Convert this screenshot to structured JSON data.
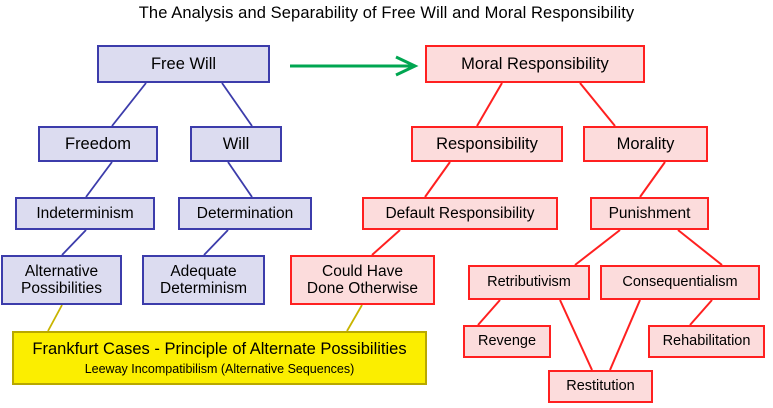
{
  "title": "The Analysis and Separability of Free Will and Moral Responsibility",
  "colors": {
    "blue_fill": "#dcdcf0",
    "blue_border": "#3c3cab",
    "red_fill": "#fcdcdc",
    "red_border": "#ff2020",
    "yellow_fill": "#fbee00",
    "yellow_border": "#b8a800",
    "arrow_green": "#00a651",
    "text": "#000000"
  },
  "arrow": {
    "name": "free-will-to-moral-responsibility-arrow",
    "color": "#00a651"
  },
  "nodes": {
    "free_will": "Free Will",
    "freedom": "Freedom",
    "will": "Will",
    "indeterminism": "Indeterminism",
    "determination": "Determination",
    "alternative_possibilities_line1": "Alternative",
    "alternative_possibilities_line2": "Possibilities",
    "adequate_determinism_line1": "Adequate",
    "adequate_determinism_line2": "Determinism",
    "frankfurt_line1": "Frankfurt Cases - Principle of Alternate Possibilities",
    "frankfurt_line2": "Leeway Incompatibilism (Alternative Sequences)",
    "moral_responsibility": "Moral Responsibility",
    "responsibility": "Responsibility",
    "morality": "Morality",
    "default_responsibility": "Default Responsibility",
    "punishment": "Punishment",
    "could_have_line1": "Could Have",
    "could_have_line2": "Done Otherwise",
    "retributivism": "Retributivism",
    "consequentialism": "Consequentialism",
    "revenge": "Revenge",
    "restitution": "Restitution",
    "rehabilitation": "Rehabilitation"
  },
  "edges": [
    {
      "from": "free_will",
      "to": "freedom",
      "color": "#3c3cab"
    },
    {
      "from": "free_will",
      "to": "will",
      "color": "#3c3cab"
    },
    {
      "from": "freedom",
      "to": "indeterminism",
      "color": "#3c3cab"
    },
    {
      "from": "will",
      "to": "determination",
      "color": "#3c3cab"
    },
    {
      "from": "indeterminism",
      "to": "alternative_possibilities",
      "color": "#3c3cab"
    },
    {
      "from": "determination",
      "to": "adequate_determinism",
      "color": "#3c3cab"
    },
    {
      "from": "alternative_possibilities",
      "to": "frankfurt_cases",
      "color": "#c8b400"
    },
    {
      "from": "could_have_done_otherwise",
      "to": "frankfurt_cases",
      "color": "#c8b400"
    },
    {
      "from": "moral_responsibility",
      "to": "responsibility",
      "color": "#ff2020"
    },
    {
      "from": "moral_responsibility",
      "to": "morality",
      "color": "#ff2020"
    },
    {
      "from": "responsibility",
      "to": "default_responsibility",
      "color": "#ff2020"
    },
    {
      "from": "morality",
      "to": "punishment",
      "color": "#ff2020"
    },
    {
      "from": "default_responsibility",
      "to": "could_have_done_otherwise",
      "color": "#ff2020"
    },
    {
      "from": "punishment",
      "to": "retributivism",
      "color": "#ff2020"
    },
    {
      "from": "punishment",
      "to": "consequentialism",
      "color": "#ff2020"
    },
    {
      "from": "retributivism",
      "to": "revenge",
      "color": "#ff2020"
    },
    {
      "from": "retributivism",
      "to": "restitution",
      "color": "#ff2020"
    },
    {
      "from": "consequentialism",
      "to": "restitution",
      "color": "#ff2020"
    },
    {
      "from": "consequentialism",
      "to": "rehabilitation",
      "color": "#ff2020"
    }
  ]
}
